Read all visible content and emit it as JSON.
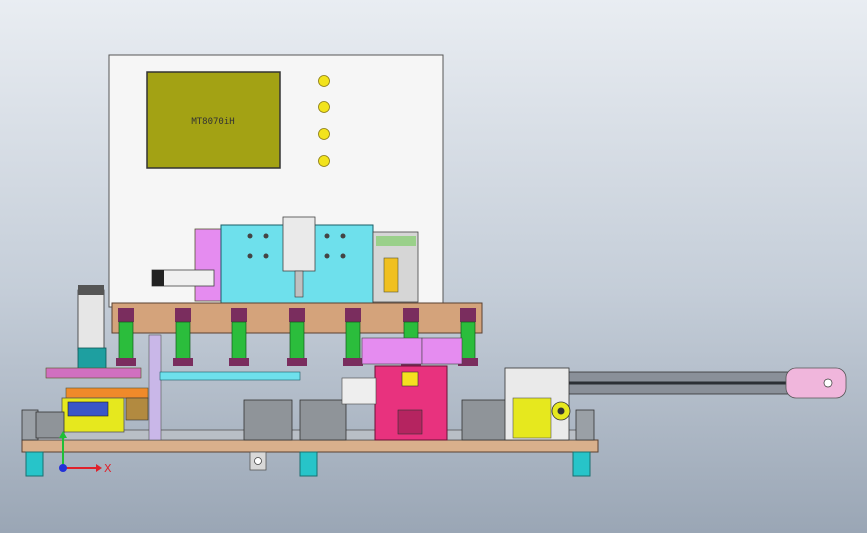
{
  "viewport": {
    "background_top": "#e9edf2",
    "background_bottom": "#9aa6b5"
  },
  "hmi": {
    "screen_label": "MT8070iH",
    "screen_color": "#a3a214",
    "panel_color": "#f6f6f6",
    "indicator_color": "#f2e31c",
    "indicator_count": 4
  },
  "axis_triad": {
    "x_label": "X",
    "x_color": "#e0212b",
    "y_color": "#1fbf36",
    "z_color": "#2230d8"
  },
  "colors": {
    "wood_bar": "#d4a37b",
    "gripper": "#2bbd3c",
    "gripper_cap": "#7a2d5e",
    "cyan_block": "#6ee0ec",
    "magenta_block": "#e8327e",
    "pink_plate": "#e58cf0",
    "yellow_block": "#e6e81e",
    "base_plate": "#d9b08c",
    "feet": "#27c4c9",
    "gray_block": "#8f9499"
  }
}
